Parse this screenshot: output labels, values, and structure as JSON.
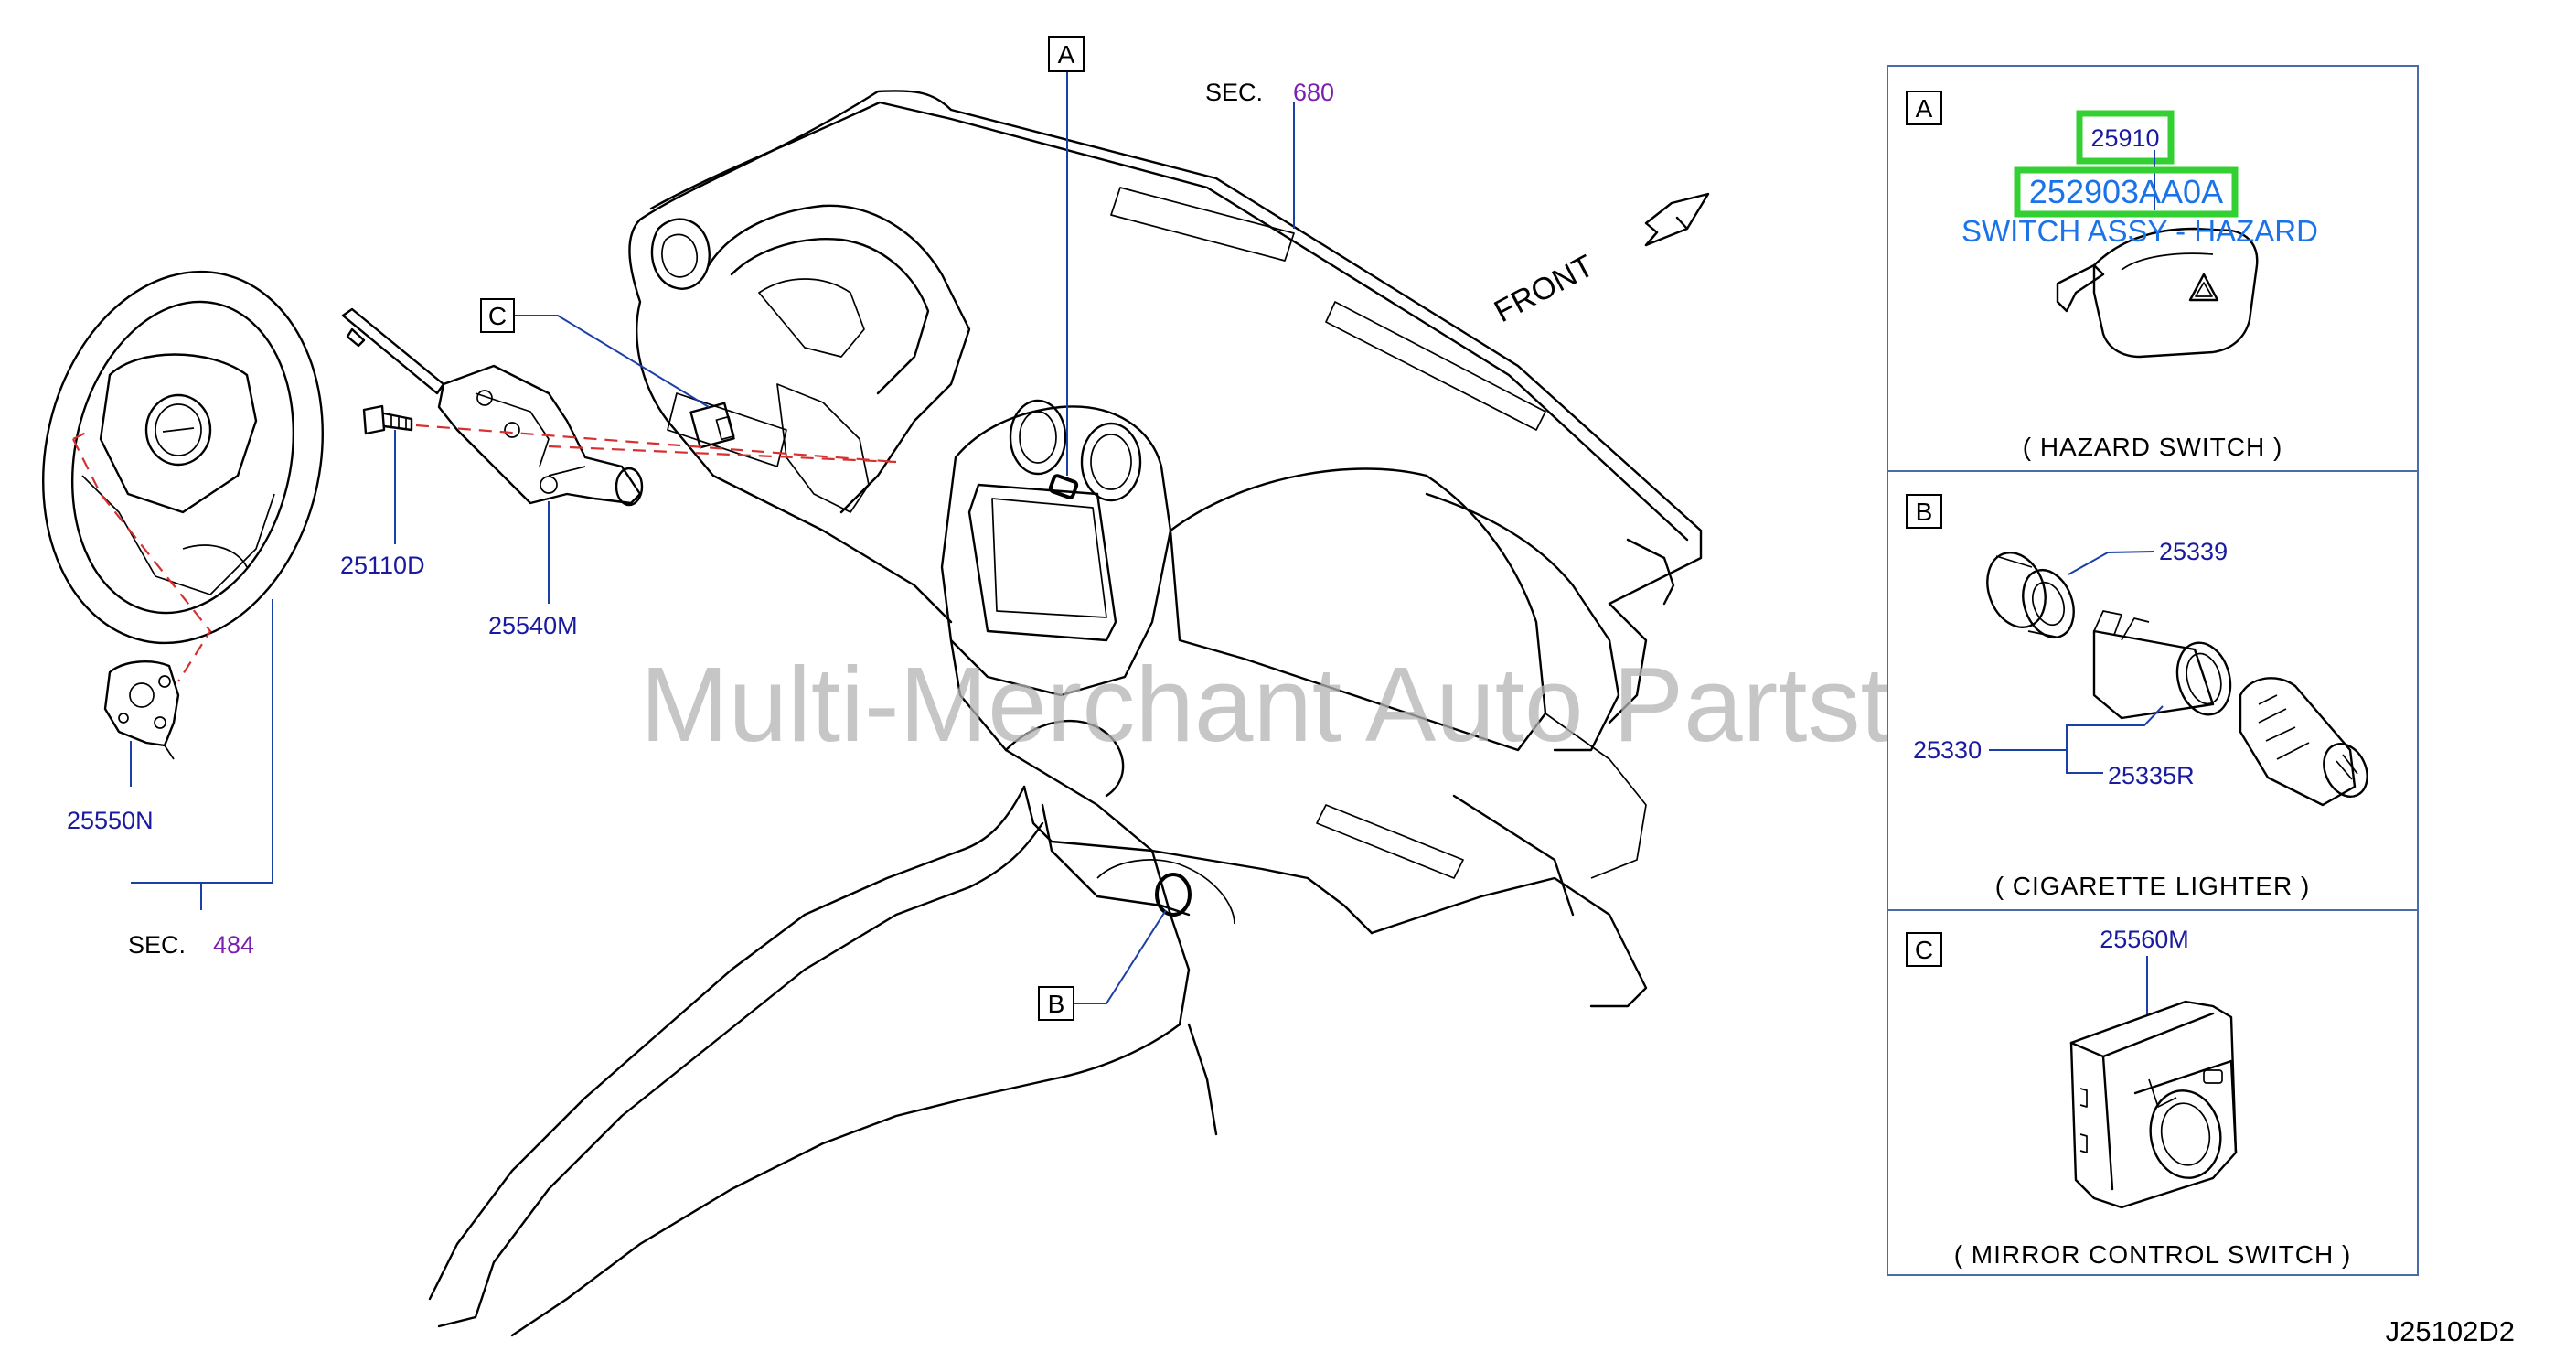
{
  "watermark": "Multi-Merchant Auto Partstore",
  "diagram_code": "J25102D2",
  "front_label": "FRONT",
  "callouts": {
    "a": "A",
    "b": "B",
    "c": "C"
  },
  "sections": [
    {
      "prefix": "SEC.",
      "number": "680"
    },
    {
      "prefix": "SEC.",
      "number": "484"
    }
  ],
  "main_parts": {
    "stalk_bolt": "25110D",
    "combination_switch": "25540M",
    "steering_switch": "25550N"
  },
  "panels": {
    "a": {
      "label": "A",
      "part_number": "25910",
      "oem_number": "252903AA0A",
      "description": "SWITCH ASSY - HAZARD",
      "caption": "( HAZARD   SWITCH )"
    },
    "b": {
      "label": "B",
      "parts": {
        "ring": "25339",
        "lighter": "25330",
        "socket": "25335R"
      },
      "caption": "( CIGARETTE   LIGHTER )"
    },
    "c": {
      "label": "C",
      "part_number": "25560M",
      "caption": "( MIRROR   CONTROL   SWITCH )"
    }
  },
  "colors": {
    "part_number": "#1a1aa0",
    "section_number": "#7a1fb0",
    "highlight": "#32d032",
    "leader": "#1b3fa8",
    "dashed_line": "#d63030",
    "panel_border": "#4a6da8"
  }
}
